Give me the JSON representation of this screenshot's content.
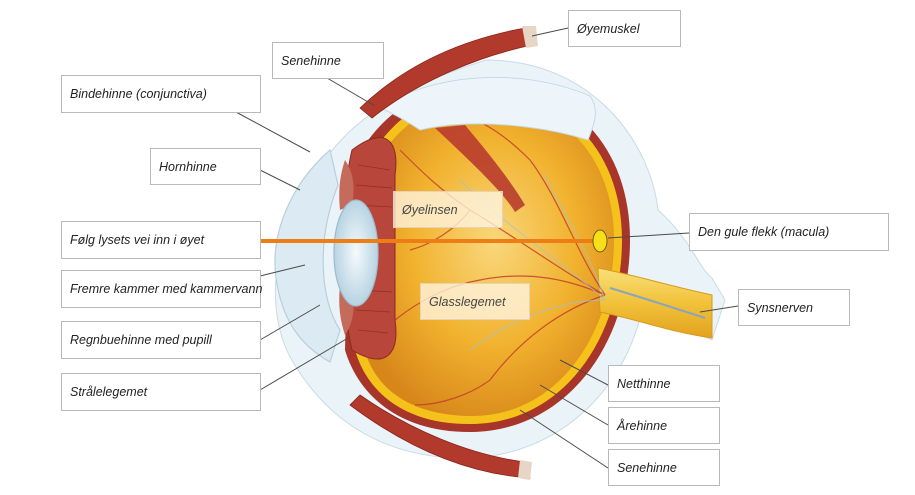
{
  "diagram": {
    "labels": {
      "oyemuskel": "Øyemuskel",
      "senehinne_top": "Senehinne",
      "bindehinne": "Bindehinne (conjunctiva)",
      "hornhinne": "Hornhinne",
      "oyelinsen": "Øyelinsen",
      "folg_lyset": "Følg lysets vei inn i øyet",
      "fremre_kammer": "Fremre kammer med kammervann",
      "regnbuehinne": "Regnbuehinne med pupill",
      "stralelegemet": "Strålelegemet",
      "glasslegemet": "Glasslegemet",
      "gule_flekk": "Den gule flekk (macula)",
      "synsnerven": "Synsnerven",
      "netthinne": "Netthinne",
      "arehinne": "Årehinne",
      "senehinne_bottom": "Senehinne"
    },
    "colors": {
      "light_ray": "#ef7d16",
      "muscle": "#b23a2c",
      "sclera": "#e8f2f8",
      "choroid": "#a8352a",
      "retina": "#f4c21a",
      "vitreous": "#f0ad22",
      "macula": "#f7e01a",
      "leader_line": "#4a4a4a"
    }
  }
}
